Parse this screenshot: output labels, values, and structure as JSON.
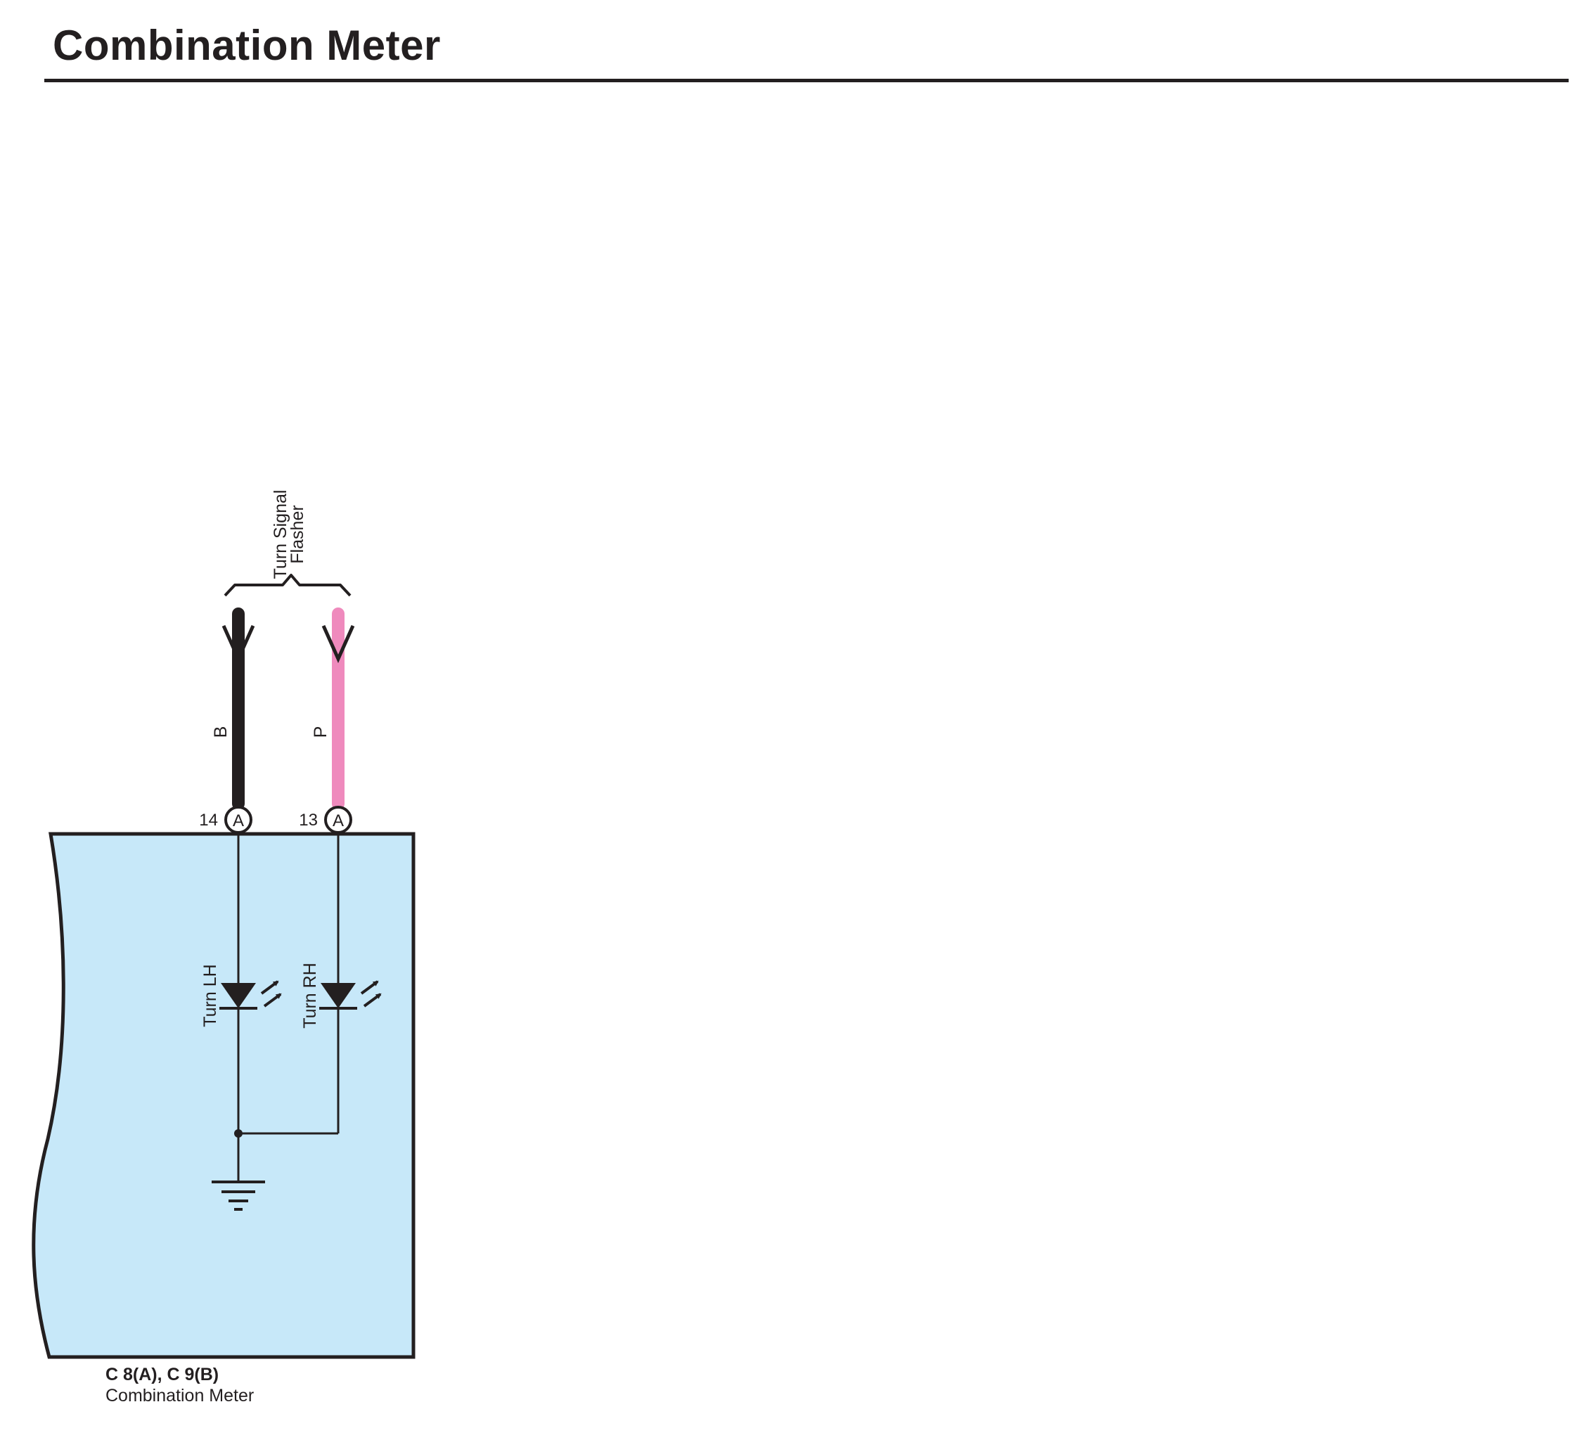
{
  "title": "Combination Meter",
  "colors": {
    "ink": "#231f20",
    "component_fill": "#c7e8f9",
    "wire_black": "#231f20",
    "wire_pink": "#ef8abd"
  },
  "upstream": {
    "line1": "Turn Signal",
    "line2": "Flasher"
  },
  "wires": [
    {
      "color_code": "B",
      "pin": "14",
      "connector": "A",
      "wire_color": "black"
    },
    {
      "color_code": "P",
      "pin": "13",
      "connector": "A",
      "wire_color": "pink"
    }
  ],
  "indicators": [
    {
      "label": "Turn LH",
      "icon": "led-icon"
    },
    {
      "label": "Turn RH",
      "icon": "led-icon"
    }
  ],
  "component": {
    "connectors": "C 8(A), C 9(B)",
    "name": "Combination Meter"
  }
}
